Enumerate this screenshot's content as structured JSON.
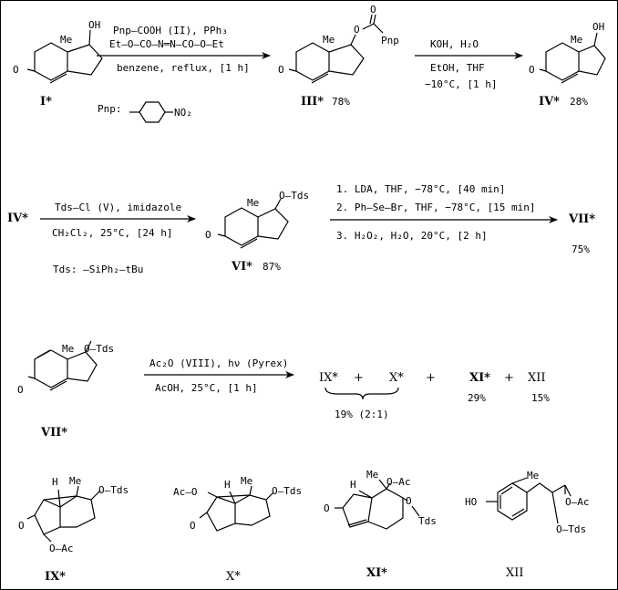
{
  "labels": {
    "I": "I*",
    "III": "III*",
    "III_yield": "78%",
    "IV": "IV*",
    "IV_yield": "28%",
    "IV_start": "IV*",
    "VI": "VI*",
    "VI_yield": "87%",
    "VII_product": "VII*",
    "VII_yield": "75%",
    "VII": "VII*",
    "IX_p": "IX*",
    "X_p": "X*",
    "XI_p": "XI*",
    "XII_p": "XII",
    "combined_yield": "19% (2:1)",
    "XI_yield": "29%",
    "XII_yield": "15%",
    "IX": "IX*",
    "X": "X*",
    "XI": "XI*",
    "XII": "XII",
    "plus": "+"
  },
  "atoms": {
    "Me": "Me",
    "OH": "OH",
    "O": "O",
    "Pnp": "Pnp",
    "OTds": "O—Tds",
    "OAc": "O—Ac",
    "AcO": "Ac—O",
    "H": "H",
    "Ac": "Ac",
    "Tds": "Tds",
    "HO": "HO",
    "NO2": "NO₂"
  },
  "step1": {
    "reagent1": "Pnp—COOH  (II), PPh₃",
    "reagent2": "Et—O—CO—N═N—CO—O—Et",
    "conditions": "benzene, reflux, [1 h]",
    "pnp_def": "Pnp:"
  },
  "step2": {
    "reagent1": "KOH, H₂O",
    "reagent2": "EtOH, THF",
    "conditions": "−10°C, [1 h]"
  },
  "step3": {
    "reagent1": "Tds—Cl  (V), imidazole",
    "conditions": "CH₂Cl₂,  25°C,  [24 h]",
    "tds_def": "Tds:  —SiPh₂—tBu"
  },
  "step4": {
    "line1": "1. LDA,  THF,  −78°C, [40 min]",
    "line2": "2. Ph—Se—Br, THF,  −78°C, [15 min]",
    "line3": "3. H₂O₂,  H₂O, 20°C, [2 h]"
  },
  "step5": {
    "reagent1": "Ac₂O  (VIII), hν (Pyrex)",
    "conditions": "AcOH,  25°C,  [1 h]"
  }
}
